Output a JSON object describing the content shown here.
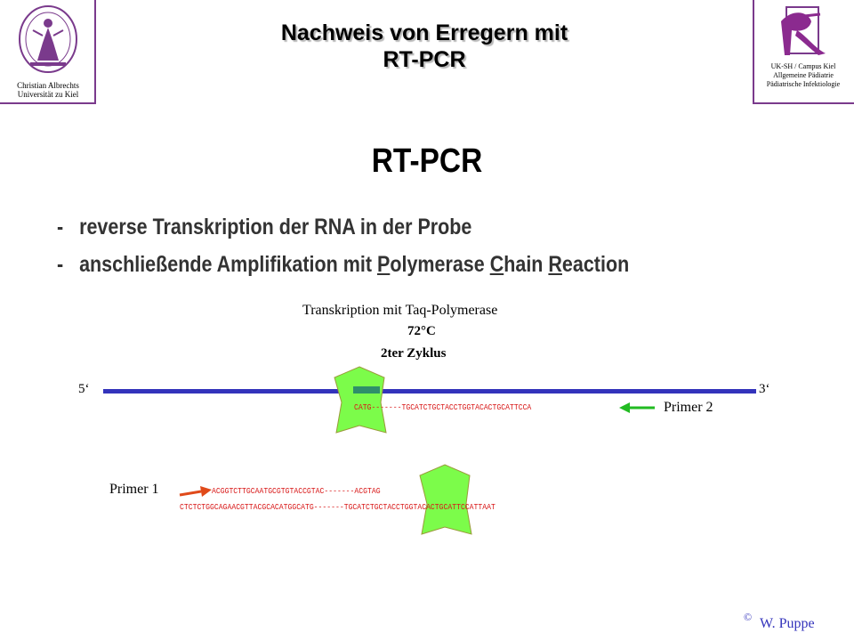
{
  "header": {
    "title_line1": "Nachweis von Erregern mit",
    "title_line2": "RT-PCR",
    "left_logo": {
      "icon": "university-seal-icon",
      "line1": "Christian Albrechts",
      "line2": "Universität zu Kiel"
    },
    "right_logo": {
      "icon": "ukm-logo-icon",
      "line1": "UK-SH / Campus Kiel",
      "line2": "Allgemeine Pädiatrie",
      "line3": "Pädiatrische Infektiologie"
    },
    "accent_color": "#7a3a8c"
  },
  "main": {
    "heading": "RT-PCR",
    "bullets": [
      {
        "dash": "-",
        "text": "reverse Transkription der RNA in der Probe"
      },
      {
        "dash": "-",
        "pre": "anschließende Amplifikation mit ",
        "p1": "P",
        "r1": "olymerase ",
        "p2": "C",
        "r2": "hain ",
        "p3": "R",
        "r3": "eaction"
      }
    ]
  },
  "diagram": {
    "caption": "Transkription mit Taq-Polymerase",
    "temperature": "72°C",
    "cycle": "2ter Zyklus",
    "end5": "5‘",
    "end3": "3‘",
    "primer1_label": "Primer 1",
    "primer2_label": "Primer 2",
    "top_seq": "CATG-------TGCATCTGCTACCTGGTACACTGCATTCCA",
    "bottom_seq1": "ACGGTCTTGCAATGCGTGTACCGTAC-------ACGTAG",
    "bottom_seq2": "CTCTCTGGCAGAACGTTACGCACATGGCATG-------TGCATCTGCTACCTGGTACACTGCATTCCATTAAT",
    "colors": {
      "strand": "#3333bb",
      "enzyme": "#7cfc4a",
      "primer1_arrow": "#e04a1a",
      "primer2_arrow": "#22bb22",
      "sequence": "#d81818"
    }
  },
  "footer": {
    "copyright_symbol": "©",
    "author": "W. Puppe"
  }
}
